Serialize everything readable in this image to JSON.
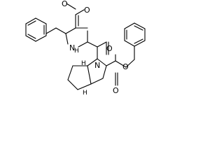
{
  "structure": {
    "atom_labels": {
      "ester_o_carbonyl_top": "O",
      "ester_o_ether_top": "O",
      "nh_n": "N",
      "nh_h": "H",
      "amide_o": "O",
      "ring_n": "N",
      "benzyl_ester_o_ether": "O",
      "benzyl_ester_o_carbonyl": "O",
      "stereo_h_upper": "H",
      "stereo_h_lower": "H"
    }
  }
}
